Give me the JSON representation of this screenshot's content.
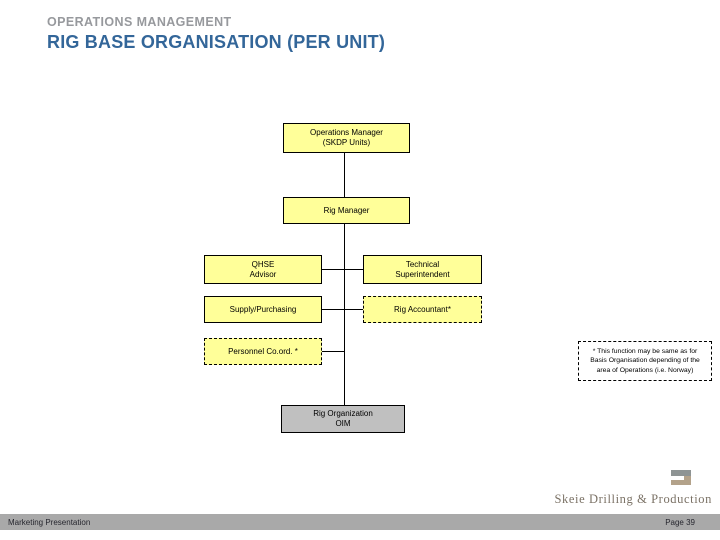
{
  "header": {
    "eyebrow": "OPERATIONS MANAGEMENT",
    "title": "RIG BASE ORGANISATION (PER UNIT)"
  },
  "chart": {
    "type": "org-chart",
    "boxes": {
      "op_mgr": {
        "lines": [
          "Operations Manager",
          "(SKDP Units)"
        ]
      },
      "rig_mgr": {
        "lines": [
          "Rig Manager"
        ]
      },
      "qhse": {
        "lines": [
          "QHSE",
          "Advisor"
        ]
      },
      "tech_supt": {
        "lines": [
          "Technical",
          "Superintendent"
        ]
      },
      "supply": {
        "lines": [
          "Supply/Purchasing"
        ]
      },
      "rig_acct": {
        "lines": [
          "Rig Accountant*"
        ]
      },
      "personnel": {
        "lines": [
          "Personnel Co.ord. *"
        ]
      },
      "rig_org": {
        "lines": [
          "Rig Organization",
          "OIM"
        ]
      }
    },
    "note": {
      "lines": [
        "* This function may be same as for",
        "Basis Organisation depending of the",
        "area of Operations (i.e. Norway)"
      ]
    }
  },
  "logo": {
    "wordmark": "Skeie Drilling & Production",
    "icon": "skeie-s-logo"
  },
  "footer": {
    "left": "Marketing Presentation",
    "right": "Page 39"
  },
  "colors": {
    "title_blue": "#336699",
    "eyebrow_gray": "#97999d",
    "box_yellow": "#ffff99",
    "box_gray": "#c0c0c0",
    "footer_band": "#a9a9a9",
    "logo_gray": "#8e9494",
    "logo_tan": "#b3a28a"
  }
}
